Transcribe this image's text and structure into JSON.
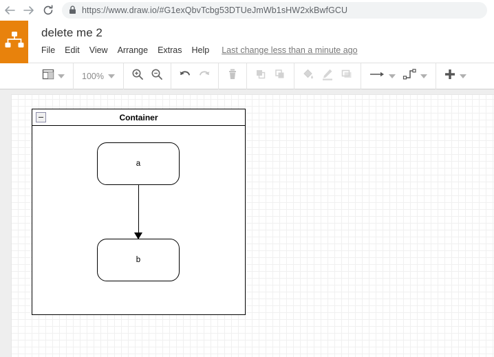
{
  "browser": {
    "back_icon": "back-arrow-icon",
    "forward_icon": "forward-arrow-icon",
    "reload_icon": "reload-icon",
    "lock_icon": "padlock-icon",
    "url": "https://www.draw.io/#G1exQbvTcbg53DTUeJmWb1sHW2xkBwfGCU"
  },
  "app": {
    "logo": "drawio-logo-icon",
    "brand_color": "#e8820c",
    "title": "delete me 2",
    "menus": [
      {
        "label": "File"
      },
      {
        "label": "Edit"
      },
      {
        "label": "View"
      },
      {
        "label": "Arrange"
      },
      {
        "label": "Extras"
      },
      {
        "label": "Help"
      }
    ],
    "last_change": "Last change less than a minute ago"
  },
  "toolbar": {
    "view_icon": "layout-panels-icon",
    "zoom_value": "100%",
    "zoom_in_icon": "zoom-in-icon",
    "zoom_out_icon": "zoom-out-icon",
    "undo_icon": "undo-icon",
    "redo_icon": "redo-icon",
    "delete_icon": "trash-icon",
    "to_front_icon": "bring-to-front-icon",
    "to_back_icon": "send-to-back-icon",
    "fill_icon": "fill-color-icon",
    "line_icon": "line-color-icon",
    "shadow_icon": "shadow-icon",
    "edge_style_icon": "arrow-style-icon",
    "waypoints_icon": "waypoints-icon",
    "insert_icon": "plus-icon"
  },
  "diagram": {
    "container": {
      "title": "Container",
      "collapse_icon": "collapse-minus-icon"
    },
    "nodes": [
      {
        "label": "a"
      },
      {
        "label": "b"
      }
    ],
    "edge": {
      "arrow_icon": "arrow-head-icon"
    }
  }
}
